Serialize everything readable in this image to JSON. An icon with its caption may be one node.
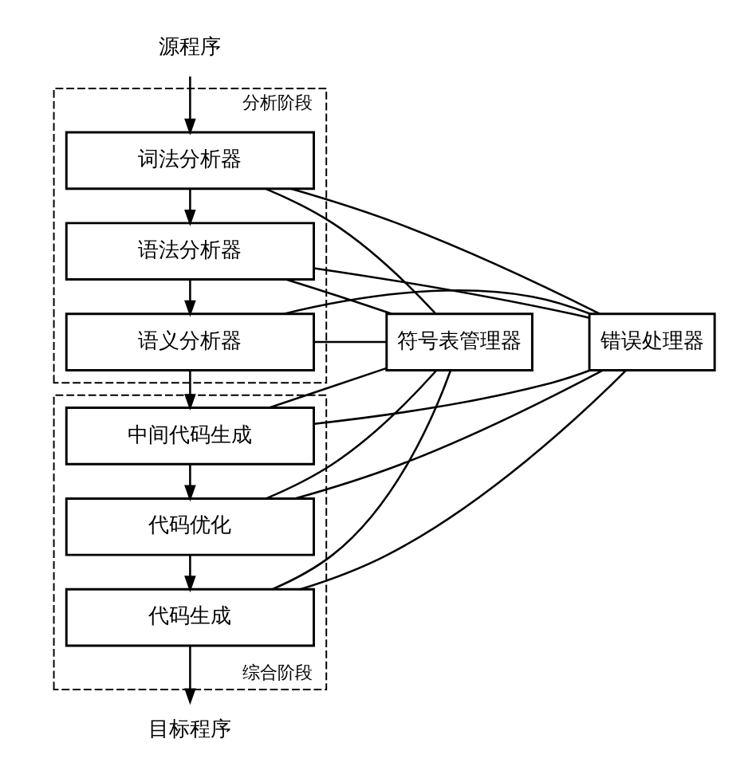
{
  "diagram": {
    "nodes": [
      {
        "text": [
          "源程序"
        ]
      },
      {
        "text": [
          "分析阶段"
        ]
      },
      {
        "text": [
          "词法分析器"
        ],
        "in": 1
      },
      {
        "text": [
          "语法分析器"
        ],
        "in": 1
      },
      {
        "text": [
          "语义分析器"
        ],
        "in": 1
      },
      {
        "text": [
          "符号表管理器"
        ]
      },
      {
        "text": [
          "错误处理器"
        ]
      },
      {
        "text": [
          "综合阶段"
        ]
      },
      {
        "text": [
          "中间代码生成"
        ],
        "in": 7
      },
      {
        "text": [
          "代码优化"
        ],
        "in": 7
      },
      {
        "text": [
          "代码生成"
        ],
        "in": 7
      },
      {
        "text": [
          "目标程序"
        ]
      }
    ],
    "edges": [
      {
        "from": 0,
        "to": 2,
        "arrow": "to"
      },
      {
        "from": 2,
        "to": 3,
        "arrow": "to"
      },
      {
        "from": 3,
        "to": 4,
        "arrow": "to"
      },
      {
        "from": 4,
        "to": 8,
        "arrow": "to"
      },
      {
        "from": 8,
        "to": 9,
        "arrow": "to"
      },
      {
        "from": 9,
        "to": 10,
        "arrow": "to"
      },
      {
        "from": 10,
        "to": 11,
        "arrow": "to"
      },
      {
        "from": 5,
        "to": 2,
        "arrow": "none"
      },
      {
        "from": 5,
        "to": 3,
        "arrow": "none"
      },
      {
        "from": 5,
        "to": 4,
        "arrow": "none"
      },
      {
        "from": 5,
        "to": 8,
        "arrow": "none"
      },
      {
        "from": 5,
        "to": 9,
        "arrow": "none"
      },
      {
        "from": 5,
        "to": 10,
        "arrow": "none"
      },
      {
        "from": 6,
        "to": 2,
        "arrow": "none"
      },
      {
        "from": 6,
        "to": 3,
        "arrow": "none"
      },
      {
        "from": 6,
        "to": 4,
        "arrow": "none"
      },
      {
        "from": 6,
        "to": 8,
        "arrow": "none"
      },
      {
        "from": 6,
        "to": 9,
        "arrow": "none"
      },
      {
        "from": 6,
        "to": 10,
        "arrow": "none"
      }
    ]
  }
}
